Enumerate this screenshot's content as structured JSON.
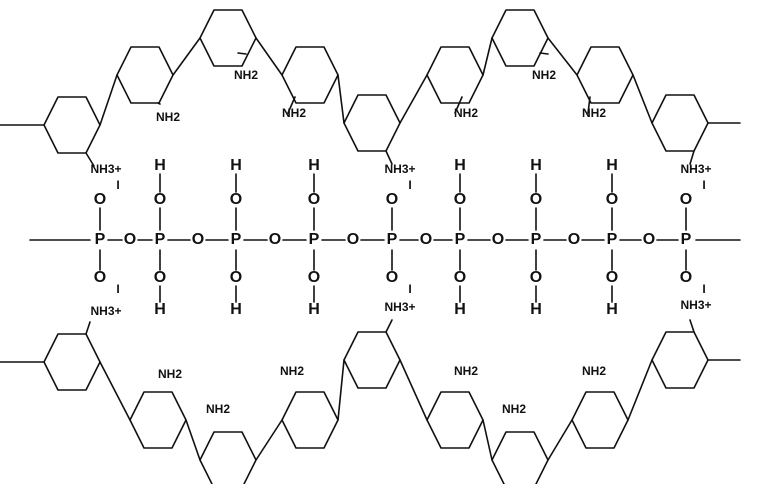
{
  "labels": {
    "amine": "NH2",
    "ammonium": "NH3+",
    "phosphorus": "P",
    "oxygen": "O",
    "hydrogen": "H",
    "charge_bar": "I"
  },
  "colors": {
    "ink": "#111111",
    "background": "#ffffff"
  }
}
